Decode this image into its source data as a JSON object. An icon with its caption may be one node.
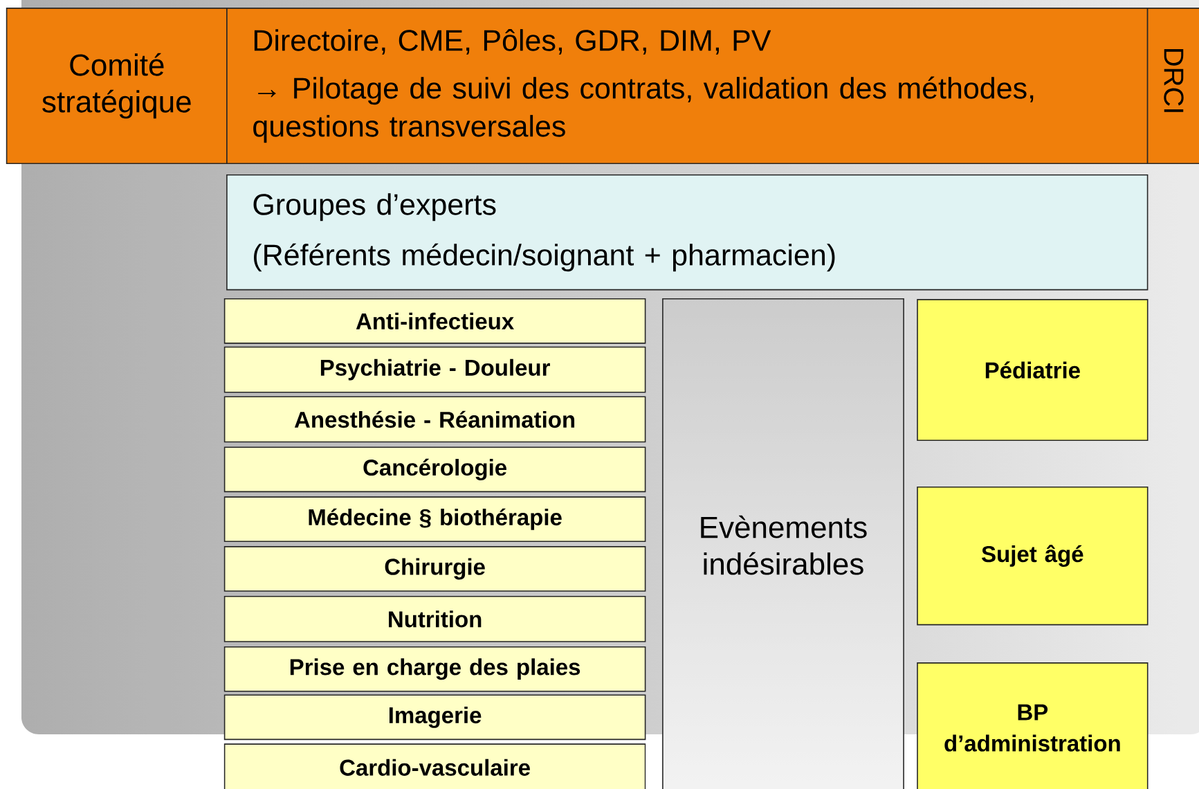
{
  "diagram": {
    "nodes": [
      {
        "text": [
          "Comité stratégique"
        ]
      },
      {
        "text": [
          "Directoire, CME, Pôles, GDR, DIM, PV",
          "→ Pilotage de suivi des contrats, validation des méthodes, questions transversales"
        ]
      },
      {
        "text": [
          "DRCI"
        ]
      },
      {
        "text": [
          "Groupes d’experts",
          "(Référents médecin/soignant + pharmacien)"
        ]
      },
      {
        "text": [
          "Anti-infectieux"
        ]
      },
      {
        "text": [
          "Psychiatrie - Douleur"
        ]
      },
      {
        "text": [
          "Anesthésie - Réanimation"
        ]
      },
      {
        "text": [
          "Cancérologie"
        ]
      },
      {
        "text": [
          "Médecine § biothérapie"
        ]
      },
      {
        "text": [
          "Chirurgie"
        ]
      },
      {
        "text": [
          "Nutrition"
        ]
      },
      {
        "text": [
          "Prise en charge des plaies"
        ]
      },
      {
        "text": [
          "Imagerie"
        ]
      },
      {
        "text": [
          "Cardio-vasculaire"
        ]
      },
      {
        "text": [
          "Evènements indésirables"
        ]
      },
      {
        "text": [
          "Pédiatrie"
        ]
      },
      {
        "text": [
          "Sujet âgé"
        ]
      },
      {
        "text": [
          "BP d’administration"
        ]
      }
    ]
  }
}
